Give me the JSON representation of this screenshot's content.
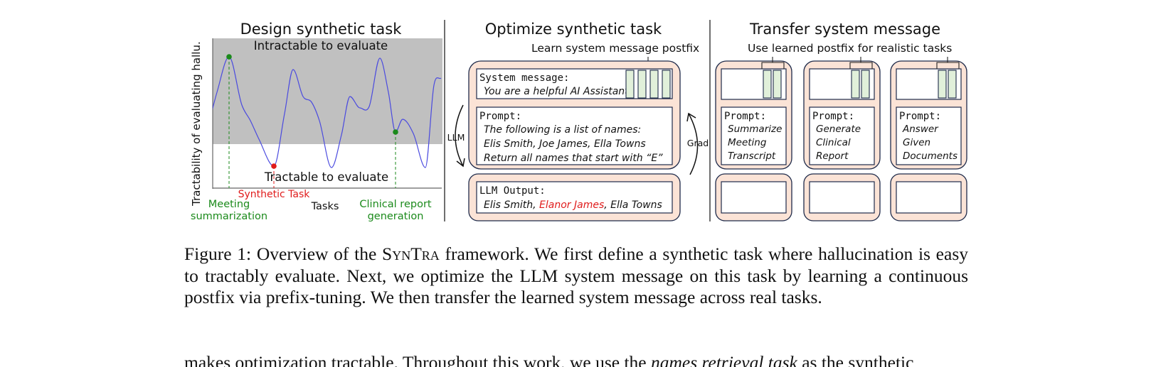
{
  "panel1": {
    "title": "Design synthetic task",
    "y_axis_label": "Tractability of evaluating hallu.",
    "x_axis_label": "Tasks",
    "intractable_label": "Intractable to evaluate",
    "tractable_label": "Tractable to evaluate",
    "synthetic_task": "Synthetic Task",
    "meeting_line1": "Meeting",
    "meeting_line2": "summarization",
    "clinical_line1": "Clinical report",
    "clinical_line2": "generation",
    "colors": {
      "band": "#c0c0c0",
      "curve": "#4a4adf",
      "green": "#1b8a1b",
      "red": "#e01b1b"
    }
  },
  "panel2": {
    "title": "Optimize synthetic task",
    "postfix_label": "Learn system message postfix",
    "system_header": "System message:",
    "system_text": "You are a helpful AI Assistant",
    "prompt_header": "Prompt:",
    "prompt_line1": "The following is a list of names:",
    "prompt_line2": "Elis Smith, Joe James, Ella Towns",
    "prompt_line3": "Return all names that start with “E”",
    "llm_label": "LLM",
    "grad_label": "Grad",
    "output_header": "LLM Output:",
    "output_name1": "Elis Smith, ",
    "output_name2": "Elanor James",
    "output_name3": ", Ella Towns"
  },
  "panel3": {
    "title": "Transfer system message",
    "subtitle": "Use learned postfix for realistic tasks",
    "prompt_header": "Prompt:",
    "tasks": [
      {
        "l1": "Summarize",
        "l2": "Meeting",
        "l3": "Transcript"
      },
      {
        "l1": "Generate",
        "l2": "Clinical",
        "l3": "Report"
      },
      {
        "l1": "Answer",
        "l2": "Given",
        "l3": "Documents"
      }
    ]
  },
  "caption": {
    "prefix": "Figure 1: Overview of the ",
    "name": "SynTra",
    "rest": " framework. We first define a synthetic task where hallucination is easy to tractably evaluate. Next, we optimize the LLM system message on this task by learning a continuous postfix via prefix-tuning. We then transfer the learned system message across real tasks."
  },
  "body_text": {
    "before": "makes optimization tractable. Throughout this work, we use the ",
    "emph": "names retrieval task",
    "after": " as the synthetic"
  }
}
